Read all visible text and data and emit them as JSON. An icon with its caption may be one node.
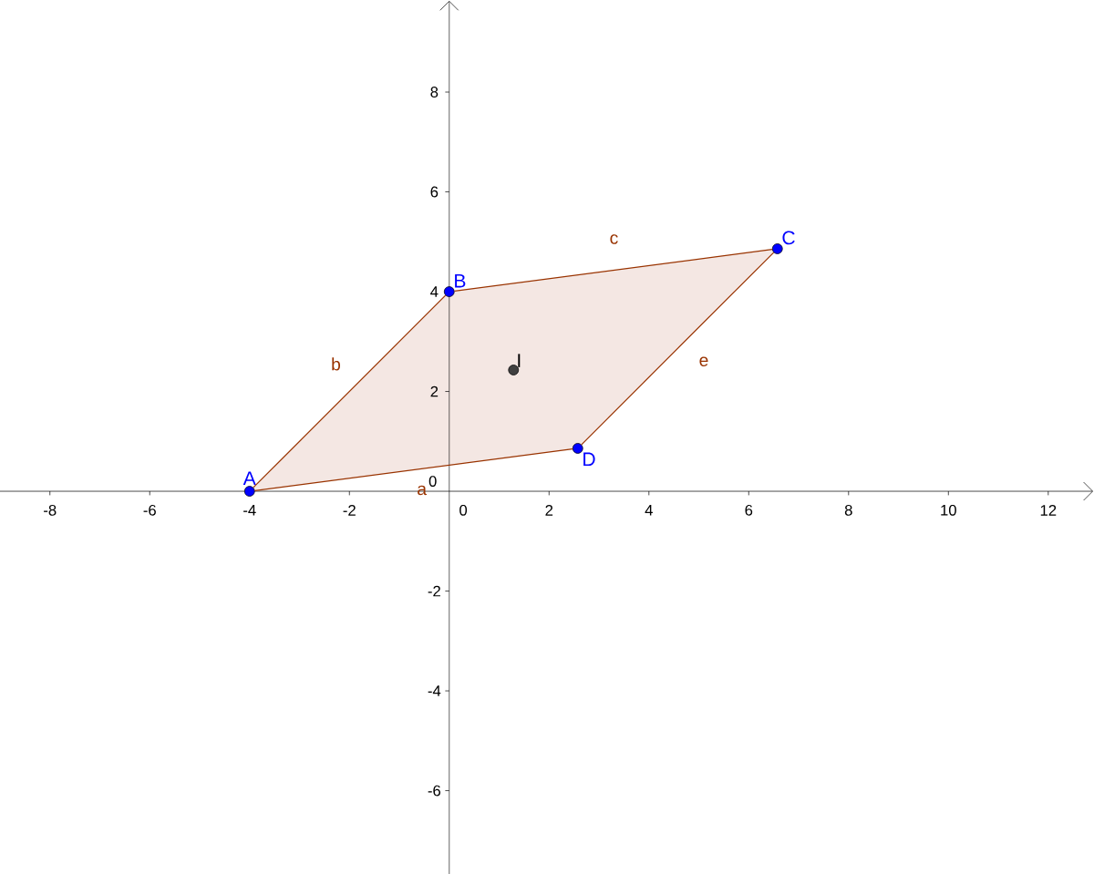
{
  "diagram": {
    "nodes": [
      {
        "text": [],
        "shape": "circle",
        "beside": [
          "A"
        ]
      },
      {
        "text": [],
        "shape": "circle",
        "beside": [
          "B"
        ]
      },
      {
        "text": [],
        "shape": "circle",
        "beside": [
          "C"
        ]
      },
      {
        "text": [],
        "shape": "circle",
        "beside": [
          "D"
        ]
      },
      {
        "text": [],
        "shape": "circle",
        "beside": [
          "I"
        ]
      }
    ],
    "edges": [
      {
        "from": 0,
        "to": 3,
        "arrow": "none",
        "label": "a"
      },
      {
        "from": 0,
        "to": 1,
        "arrow": "none",
        "label": "b"
      },
      {
        "from": 1,
        "to": 2,
        "arrow": "none",
        "label": "c"
      },
      {
        "from": 3,
        "to": 2,
        "arrow": "none",
        "label": "e"
      }
    ],
    "labels": [
      "8",
      "6",
      "4",
      "2",
      "0",
      "-8",
      "-6",
      "-4",
      "-2",
      "0",
      "2",
      "4",
      "6",
      "8",
      "10",
      "12",
      "-2",
      "-4",
      "-6"
    ]
  }
}
